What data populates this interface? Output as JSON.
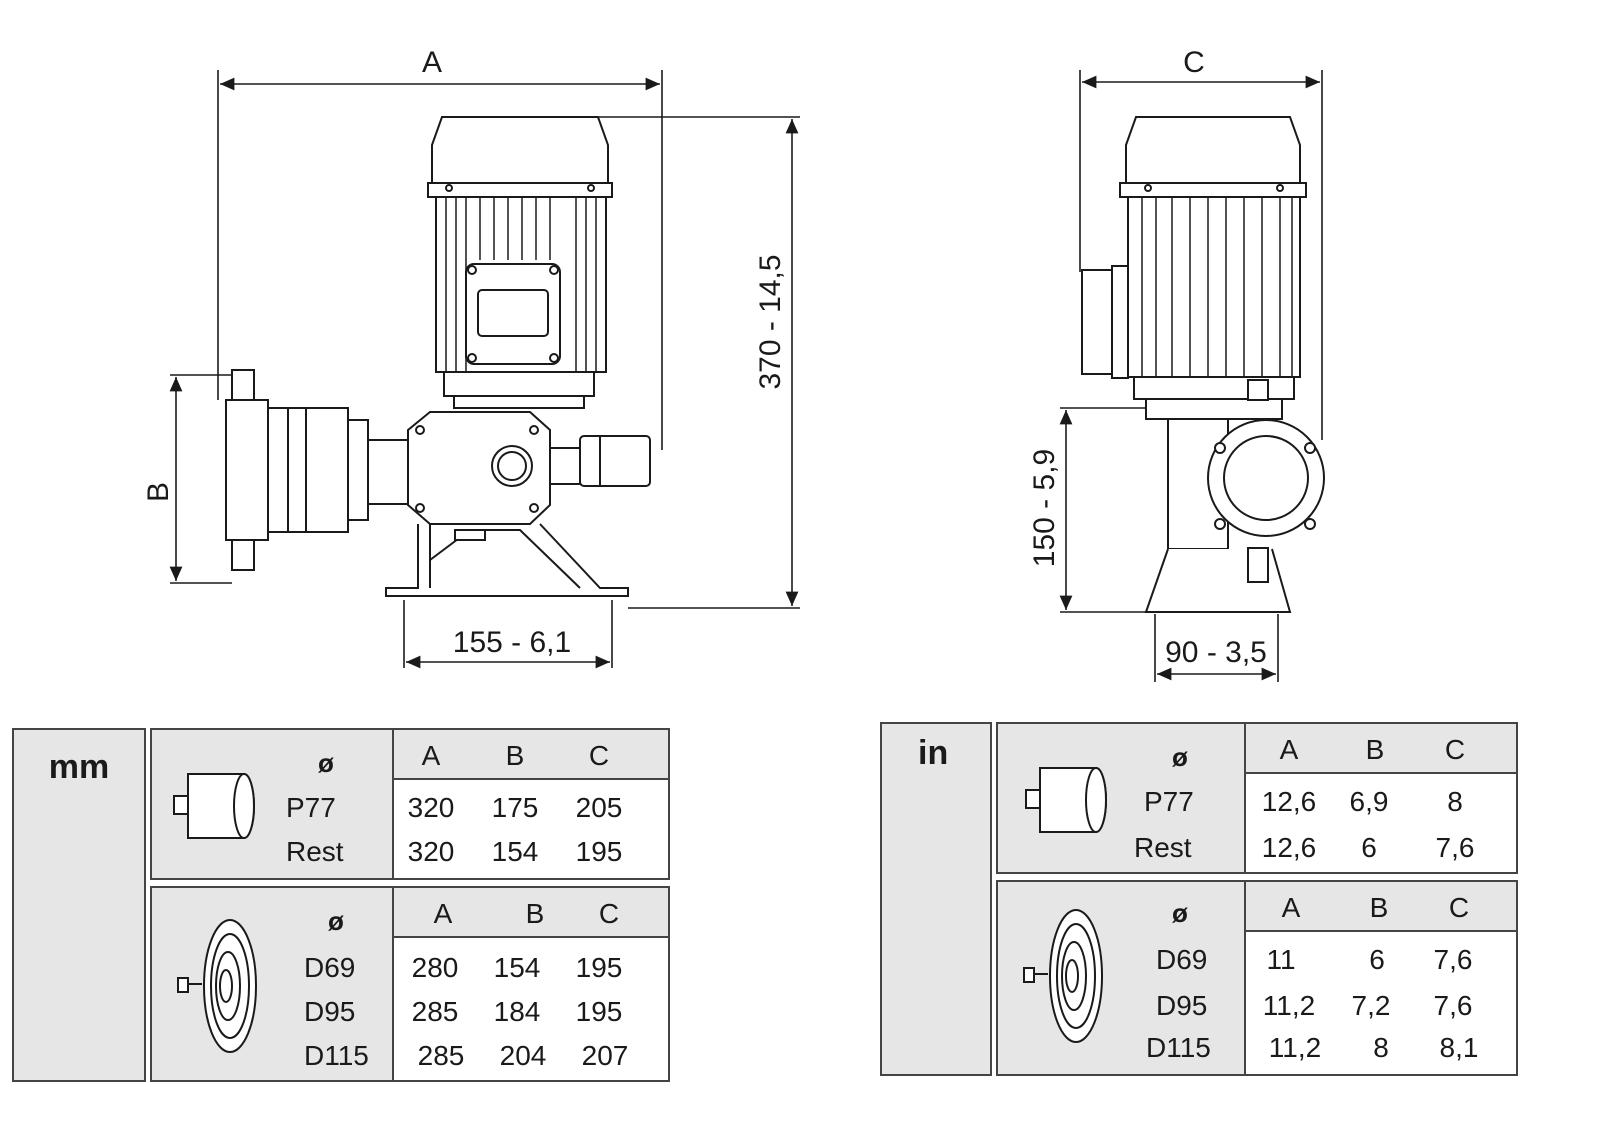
{
  "dimensions": {
    "front": {
      "a": "A",
      "b": "B",
      "height": "370 - 14,5",
      "base": "155 - 6,1"
    },
    "side": {
      "c": "C",
      "height": "150 - 5,9",
      "base": "90 - 3,5"
    }
  },
  "tables": {
    "mm": {
      "unit": "mm",
      "piston": {
        "phi": "ø",
        "headers": [
          "A",
          "B",
          "C"
        ],
        "rows": [
          {
            "model": "P77",
            "values": [
              "320",
              "175",
              "205"
            ]
          },
          {
            "model": "Rest",
            "values": [
              "320",
              "154",
              "195"
            ]
          }
        ]
      },
      "diaphragm": {
        "phi": "ø",
        "headers": [
          "A",
          "B",
          "C"
        ],
        "rows": [
          {
            "model": "D69",
            "values": [
              "280",
              "154",
              "195"
            ]
          },
          {
            "model": "D95",
            "values": [
              "285",
              "184",
              "195"
            ]
          },
          {
            "model": "D115",
            "values": [
              "285",
              "204",
              "207"
            ]
          }
        ]
      }
    },
    "in": {
      "unit": "in",
      "piston": {
        "phi": "ø",
        "headers": [
          "A",
          "B",
          "C"
        ],
        "rows": [
          {
            "model": "P77",
            "values": [
              "12,6",
              "6,9",
              "8"
            ]
          },
          {
            "model": "Rest",
            "values": [
              "12,6",
              "6",
              "7,6"
            ]
          }
        ]
      },
      "diaphragm": {
        "phi": "ø",
        "headers": [
          "A",
          "B",
          "C"
        ],
        "rows": [
          {
            "model": "D69",
            "values": [
              "11",
              "6",
              "7,6"
            ]
          },
          {
            "model": "D95",
            "values": [
              "11,2",
              "7,2",
              "7,6"
            ]
          },
          {
            "model": "D115",
            "values": [
              "11,2",
              "8",
              "8,1"
            ]
          }
        ]
      }
    }
  }
}
